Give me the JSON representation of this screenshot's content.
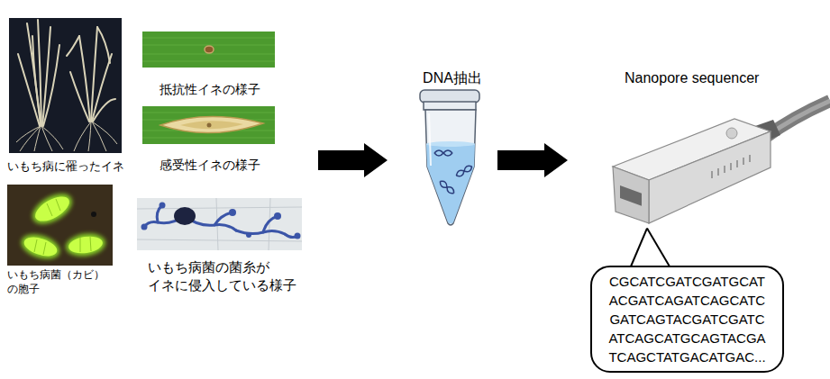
{
  "diagram": {
    "nodes": [
      {
        "text": [
          "いもち病に罹ったイネ"
        ]
      },
      {
        "text": [
          "抵抗性イネの様子"
        ]
      },
      {
        "text": [
          "感受性イネの様子"
        ]
      },
      {
        "text": [
          "いもち病菌（カビ） の胞子"
        ]
      },
      {
        "text": [
          "いもち病菌の菌糸が イネに侵入している様子"
        ]
      },
      {
        "text": [
          "DNA抽出"
        ]
      },
      {
        "text": [
          "Nanopore sequencer"
        ]
      },
      {
        "text": [
          "CGCATCGATCGATGCAT ACGATCAGATCAGCATC GATCAGTACGATCGATC ATCAGCATGCAGTACGA TCAGCTATGACATGAC..."
        ]
      }
    ],
    "edges": [
      {
        "from": 2,
        "to": 5,
        "arrow": "to"
      },
      {
        "from": 5,
        "to": 6,
        "arrow": "to"
      },
      {
        "from": 7,
        "to": 6,
        "arrow": "none"
      }
    ]
  }
}
